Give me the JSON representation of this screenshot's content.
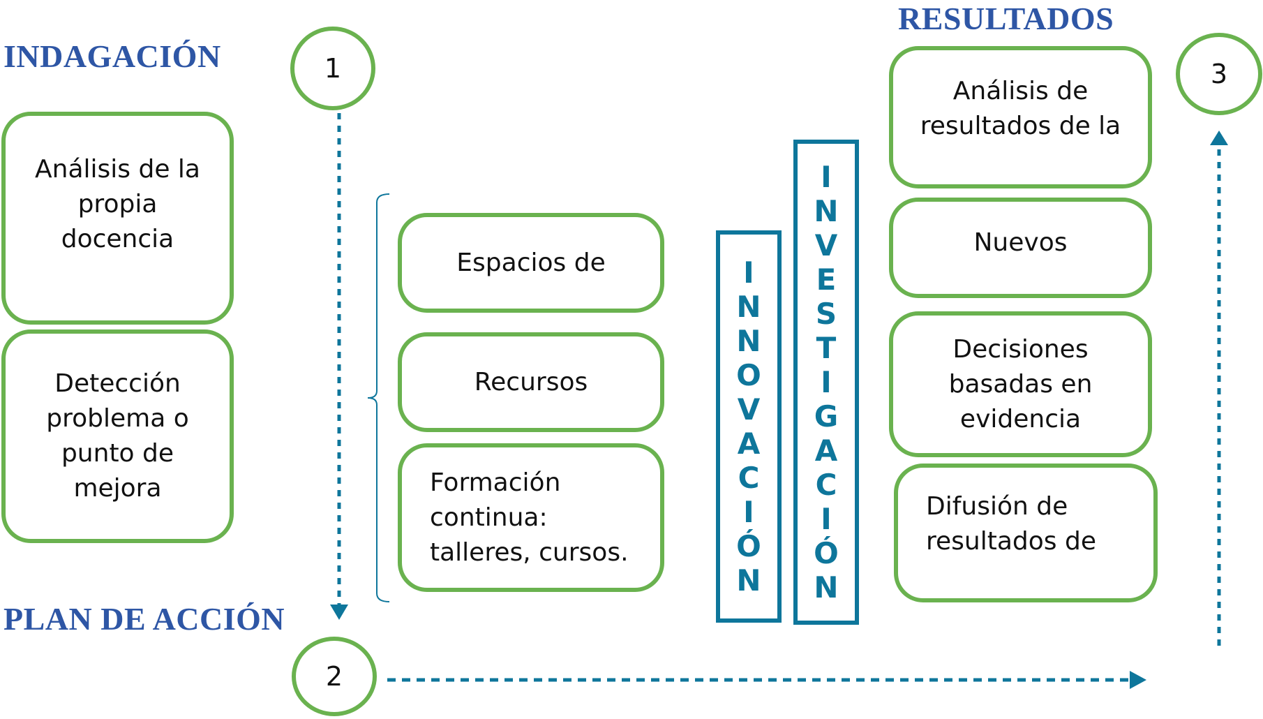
{
  "colors": {
    "title_blue": "#2e56a5",
    "box_green": "#6ab24f",
    "teal": "#0e769b",
    "text": "#111111"
  },
  "phases": {
    "indagacion": {
      "title": "INDAGACIÓN",
      "step": "1"
    },
    "plan": {
      "title": "PLAN DE ACCIÓN",
      "step": "2"
    },
    "resultados": {
      "title": "RESULTADOS",
      "step": "3"
    }
  },
  "left_boxes": [
    {
      "lines": [
        "Análisis de la",
        "propia",
        "docencia"
      ]
    },
    {
      "lines": [
        "Detección",
        "problema o",
        "punto de",
        "mejora"
      ]
    }
  ],
  "middle_boxes": [
    {
      "lines": [
        "Espacios de"
      ]
    },
    {
      "lines": [
        "Recursos"
      ]
    },
    {
      "lines": [
        "Formación",
        "continua:",
        "talleres, cursos."
      ]
    }
  ],
  "vertical_labels": {
    "innovacion": [
      "I",
      "N",
      "N",
      "O",
      "V",
      "A",
      "C",
      "I",
      "Ó",
      "N"
    ],
    "investigacion": [
      "I",
      "N",
      "V",
      "E",
      "S",
      "T",
      "I",
      "G",
      "A",
      "C",
      "I",
      "Ó",
      "N"
    ]
  },
  "right_boxes": [
    {
      "lines": [
        "Análisis de",
        "resultados de la"
      ]
    },
    {
      "lines": [
        "Nuevos"
      ]
    },
    {
      "lines": [
        "Decisiones",
        "basadas en",
        "evidencia"
      ]
    },
    {
      "lines": [
        "Difusión de",
        "resultados de"
      ]
    }
  ],
  "connectors": {
    "step1_to_step2": "dotted-arrow-down",
    "step2_to_results": "dotted-arrow-right",
    "to_step3": "dotted-arrow-up"
  }
}
